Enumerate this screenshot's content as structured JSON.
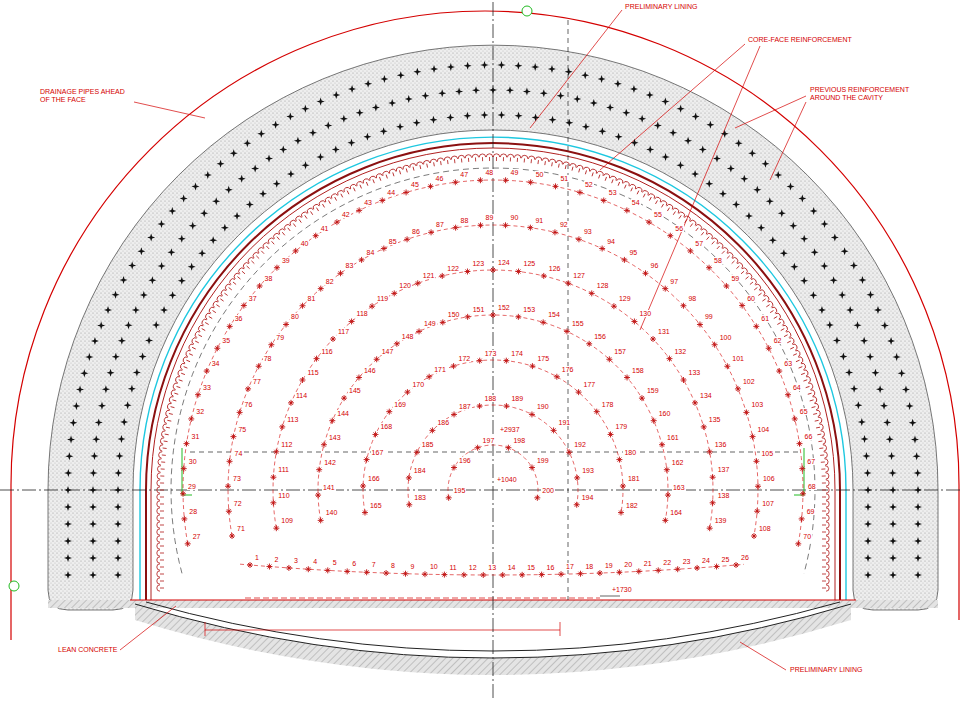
{
  "diagram": {
    "labels": [
      "PRELIMINARY LINING",
      "CORE-FACE REINFORCEMENT",
      "PREVIOUS REINFORCEMENT AROUND THE CAVITY",
      "DRAINAGE PIPES AHEAD OF THE FACE",
      "LEAN CONCRETE",
      "PRELIMINARY LINING",
      "+2937",
      "+1040",
      "+1730",
      "1",
      "2",
      "3",
      "4",
      "5",
      "6",
      "7",
      "8",
      "9",
      "10",
      "11",
      "12",
      "13",
      "14",
      "15",
      "16",
      "17",
      "18",
      "19",
      "20",
      "21",
      "22",
      "23",
      "24",
      "25",
      "26",
      "27",
      "28",
      "29",
      "30",
      "31",
      "32",
      "33",
      "34",
      "35",
      "36",
      "37",
      "38",
      "39",
      "40",
      "41",
      "42",
      "43",
      "44",
      "45",
      "46",
      "47",
      "48",
      "49",
      "50",
      "51",
      "52",
      "53",
      "54",
      "55",
      "56",
      "57",
      "58",
      "59",
      "60",
      "61",
      "62",
      "63",
      "64",
      "65",
      "66",
      "67",
      "68",
      "69",
      "70",
      "71",
      "72",
      "73",
      "74",
      "75",
      "76",
      "77",
      "78",
      "79",
      "80",
      "81",
      "82",
      "83",
      "84",
      "85",
      "86",
      "87",
      "88",
      "89",
      "90",
      "91",
      "92",
      "93",
      "94",
      "95",
      "96",
      "97",
      "98",
      "99",
      "100",
      "101",
      "102",
      "103",
      "104",
      "105",
      "106",
      "107",
      "108",
      "109",
      "110",
      "111",
      "112",
      "113",
      "114",
      "115",
      "116",
      "117",
      "118",
      "119",
      "120",
      "121",
      "122",
      "123",
      "124",
      "125",
      "126",
      "127",
      "128",
      "129",
      "130",
      "131",
      "132",
      "133",
      "134",
      "135",
      "136",
      "137",
      "138",
      "139",
      "140",
      "141",
      "142",
      "143",
      "144",
      "145",
      "146",
      "147",
      "148",
      "149",
      "150",
      "151",
      "152",
      "153",
      "154",
      "155",
      "156",
      "157",
      "158",
      "159",
      "160",
      "161",
      "162",
      "163",
      "164",
      "165",
      "166",
      "167",
      "168",
      "169",
      "170",
      "171",
      "172",
      "173",
      "174",
      "175",
      "176",
      "177",
      "178",
      "179",
      "180",
      "181",
      "182",
      "183",
      "184",
      "185",
      "186",
      "187",
      "188",
      "189",
      "190",
      "191",
      "192",
      "193",
      "194",
      "195",
      "196",
      "197",
      "198",
      "199",
      "200"
    ]
  }
}
